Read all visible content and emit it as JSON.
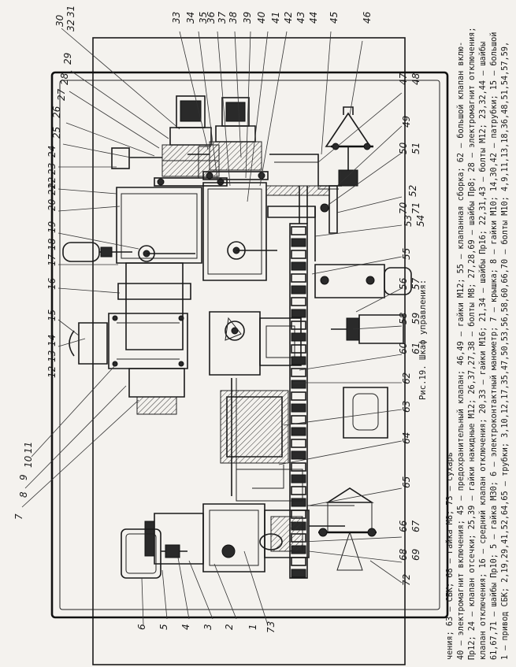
{
  "figure": {
    "caption_title": "Рис.19. Шкаф управления:",
    "caption_lines": [
      "1 – привод СБК; 2,19,29,41,52,64,65 – трубки; 3,10,12,17,35,47,50,53,56,58,60,66,70 – болты М10; 4,9,11,13,18,36,48,51,54,57,59,",
      "61,67,71 – шайбы Пр10; 5 – гайка М30; 6 – электроконтактный манометр; 7 – крышка; 8 – гайки М10; 14,30,42 – патрубки; 15 – большой",
      "клапан отключения; 16 – средний клапан отключения; 20,33 – гайки М16; 21,34 – шайбы Пр16; 22,31,43 – болты М12; 23,32,44 – шайбы",
      "Пр12; 24 – клапан отсечки; 25,39 – гайки накидные М12; 26,37,27,38 – болты М8; 27,28,69 – шайбы Пр8; 28 – электромагнит отключения;",
      "40 – электромагнит включения; 45 – предохранительный клапан; 46,49 – гайки М12; 55 – клапанная сборка; 62 – большой клапан вклю-",
      "чения; 63 – СБК; 68 – гайка М8; 73 – сухарь"
    ],
    "callouts": [
      {
        "id": "c1",
        "label": "1"
      },
      {
        "id": "c2",
        "label": "2"
      },
      {
        "id": "c3",
        "label": "3"
      },
      {
        "id": "c4",
        "label": "4"
      },
      {
        "id": "c5",
        "label": "5"
      },
      {
        "id": "c6",
        "label": "6"
      },
      {
        "id": "c7",
        "label": "7"
      },
      {
        "id": "c8",
        "label": "8"
      },
      {
        "id": "c9",
        "label": "9"
      },
      {
        "id": "c10",
        "label": "10"
      },
      {
        "id": "c11",
        "label": "11"
      },
      {
        "id": "c12",
        "label": "12"
      },
      {
        "id": "c13",
        "label": "13"
      },
      {
        "id": "c14",
        "label": "14"
      },
      {
        "id": "c15",
        "label": "15"
      },
      {
        "id": "c16",
        "label": "16"
      },
      {
        "id": "c17",
        "label": "17"
      },
      {
        "id": "c18",
        "label": "18"
      },
      {
        "id": "c19",
        "label": "19"
      },
      {
        "id": "c20",
        "label": "20"
      },
      {
        "id": "c21",
        "label": "21"
      },
      {
        "id": "c22",
        "label": "22"
      },
      {
        "id": "c23",
        "label": "23"
      },
      {
        "id": "c24",
        "label": "24"
      },
      {
        "id": "c25",
        "label": "25"
      },
      {
        "id": "c26",
        "label": "26"
      },
      {
        "id": "c27",
        "label": "27"
      },
      {
        "id": "c28",
        "label": "28"
      },
      {
        "id": "c29",
        "label": "29"
      },
      {
        "id": "c30",
        "label": "30"
      },
      {
        "id": "c31",
        "label": "31"
      },
      {
        "id": "c32",
        "label": "32"
      },
      {
        "id": "c33",
        "label": "33"
      },
      {
        "id": "c34",
        "label": "34"
      },
      {
        "id": "c35",
        "label": "35"
      },
      {
        "id": "c36",
        "label": "36"
      },
      {
        "id": "c37",
        "label": "37"
      },
      {
        "id": "c38",
        "label": "38"
      },
      {
        "id": "c39",
        "label": "39"
      },
      {
        "id": "c40",
        "label": "40"
      },
      {
        "id": "c41",
        "label": "41"
      },
      {
        "id": "c42",
        "label": "42"
      },
      {
        "id": "c43",
        "label": "43"
      },
      {
        "id": "c44",
        "label": "44"
      },
      {
        "id": "c45",
        "label": "45"
      },
      {
        "id": "c46",
        "label": "46"
      },
      {
        "id": "c47",
        "label": "47"
      },
      {
        "id": "c48",
        "label": "48"
      },
      {
        "id": "c49",
        "label": "49"
      },
      {
        "id": "c50",
        "label": "50"
      },
      {
        "id": "c51",
        "label": "51"
      },
      {
        "id": "c52",
        "label": "52"
      },
      {
        "id": "c53",
        "label": "53"
      },
      {
        "id": "c54",
        "label": "54"
      },
      {
        "id": "c55",
        "label": "55"
      },
      {
        "id": "c56",
        "label": "56"
      },
      {
        "id": "c57",
        "label": "57"
      },
      {
        "id": "c58",
        "label": "58"
      },
      {
        "id": "c59",
        "label": "59"
      },
      {
        "id": "c60",
        "label": "60"
      },
      {
        "id": "c61",
        "label": "61"
      },
      {
        "id": "c62",
        "label": "62"
      },
      {
        "id": "c63",
        "label": "63"
      },
      {
        "id": "c64",
        "label": "64"
      },
      {
        "id": "c65",
        "label": "65"
      },
      {
        "id": "c66",
        "label": "66"
      },
      {
        "id": "c67",
        "label": "67"
      },
      {
        "id": "c68",
        "label": "68"
      },
      {
        "id": "c69",
        "label": "69"
      },
      {
        "id": "c70",
        "label": "70"
      },
      {
        "id": "c71",
        "label": "71"
      },
      {
        "id": "c72",
        "label": "72"
      },
      {
        "id": "c73",
        "label": "73"
      }
    ]
  }
}
